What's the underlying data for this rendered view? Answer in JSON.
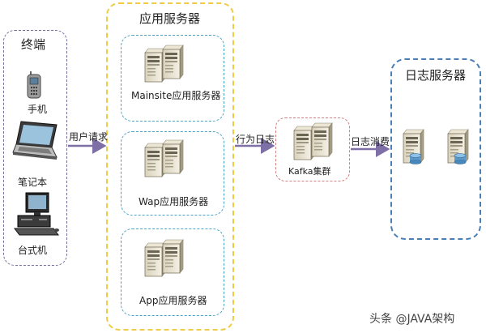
{
  "terminal": {
    "title": "终端",
    "devices": [
      {
        "label": "手机",
        "icon": "mobile-phone-icon"
      },
      {
        "label": "笔记本",
        "icon": "laptop-icon"
      },
      {
        "label": "台式机",
        "icon": "desktop-computer-icon"
      }
    ]
  },
  "app_servers": {
    "title": "应用服务器",
    "items": [
      {
        "label": "Mainsite应用服务器",
        "icon": "server-pair-icon"
      },
      {
        "label": "Wap应用服务器",
        "icon": "server-pair-icon"
      },
      {
        "label": "App应用服务器",
        "icon": "server-pair-icon"
      }
    ]
  },
  "kafka": {
    "label": "Kafka集群",
    "icon": "server-pair-icon"
  },
  "log_servers": {
    "title": "日志服务器",
    "icon": "database-server-icon"
  },
  "arrows": {
    "user_request": "用户请求",
    "behavior_log": "行为日志",
    "log_consume": "日志消费"
  },
  "watermark": "头条 @JAVA架构",
  "colors": {
    "terminal_border": "#7a6d9a",
    "app_border": "#f0cc44",
    "server_box_border": "#4aa3c7",
    "kafka_border": "#d08080",
    "log_border": "#4a7fb5",
    "arrow": "#7e6fa6"
  }
}
